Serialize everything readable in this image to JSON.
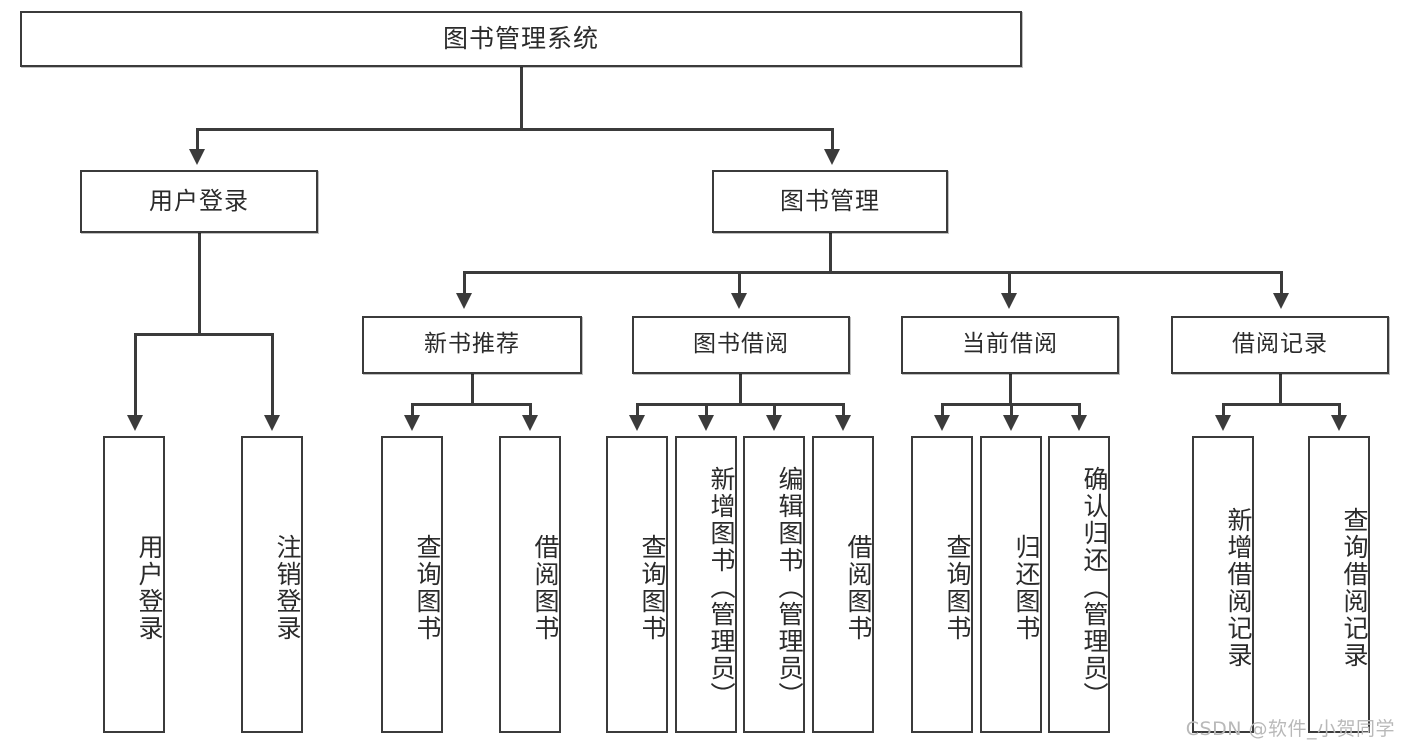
{
  "diagram": {
    "type": "hierarchy-tree",
    "title": "图书管理系统",
    "colors": {
      "stroke": "#3b3b3b",
      "fill": "#ffffff",
      "text": "#2b2b2b",
      "watermark": "#b9b9b9"
    },
    "root": {
      "label": "图书管理系统"
    },
    "level2": [
      {
        "label": "用户登录"
      },
      {
        "label": "图书管理"
      }
    ],
    "level3": [
      {
        "label": "新书推荐"
      },
      {
        "label": "图书借阅"
      },
      {
        "label": "当前借阅"
      },
      {
        "label": "借阅记录"
      }
    ],
    "leaves": {
      "user_login": [
        {
          "label": "用户登录"
        },
        {
          "label": "注销登录"
        }
      ],
      "new_book_recommend": [
        {
          "label": "查询图书"
        },
        {
          "label": "借阅图书"
        }
      ],
      "book_borrow": [
        {
          "label": "查询图书"
        },
        {
          "label": "新增图书（管理员）"
        },
        {
          "label": "编辑图书（管理员）"
        },
        {
          "label": "借阅图书"
        }
      ],
      "current_borrow": [
        {
          "label": "查询图书"
        },
        {
          "label": "归还图书"
        },
        {
          "label": "确认归还（管理员）"
        }
      ],
      "borrow_record": [
        {
          "label": "新增借阅记录"
        },
        {
          "label": "查询借阅记录"
        }
      ]
    }
  },
  "watermark": {
    "text": "CSDN @软件_小贺同学"
  }
}
